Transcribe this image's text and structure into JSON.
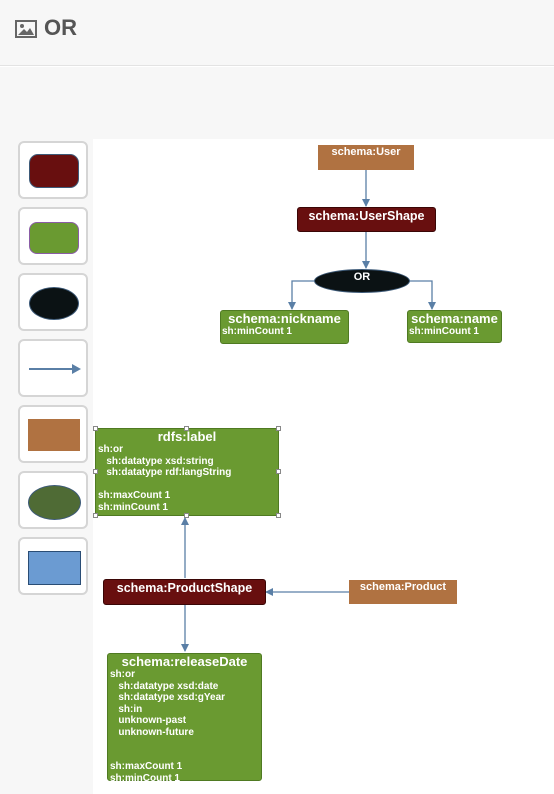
{
  "header": {
    "title": "OR",
    "icon": "image-icon"
  },
  "palette": {
    "tools": [
      {
        "name": "dark-red-rounded-rect",
        "color": "#680f0f"
      },
      {
        "name": "green-rounded-rect",
        "color": "#6a9a31"
      },
      {
        "name": "black-ellipse",
        "color": "#0b1214"
      },
      {
        "name": "arrow-connector",
        "color": "#5a7fa6"
      },
      {
        "name": "brown-rect",
        "color": "#b07241"
      },
      {
        "name": "green-ellipse",
        "color": "#4f6b35"
      },
      {
        "name": "blue-rect",
        "color": "#6b9bd2"
      }
    ]
  },
  "diagram": {
    "user": "schema:User",
    "user_shape": "schema:UserShape",
    "or": "OR",
    "nickname": {
      "title": "schema:nickname",
      "body": "sh:minCount 1"
    },
    "name": {
      "title": "schema:name",
      "body": "sh:minCount 1"
    },
    "label": {
      "title": "rdfs:label",
      "body": "sh:or\n   sh:datatype xsd:string\n   sh:datatype rdf:langString\n\nsh:maxCount 1\nsh:minCount 1"
    },
    "product_shape": "schema:ProductShape",
    "product": "schema:Product",
    "release_date": {
      "title": "schema:releaseDate",
      "body": "sh:or\n   sh:datatype xsd:date\n   sh:datatype xsd:gYear\n   sh:in\n   unknown-past\n   unknown-future\n\n\nsh:maxCount 1\nsh:minCount 1"
    }
  },
  "colors": {
    "dark_node": "#680f0f",
    "green_node": "#6a9a31",
    "brown_node": "#b07241",
    "edge": "#5a7fa6"
  }
}
